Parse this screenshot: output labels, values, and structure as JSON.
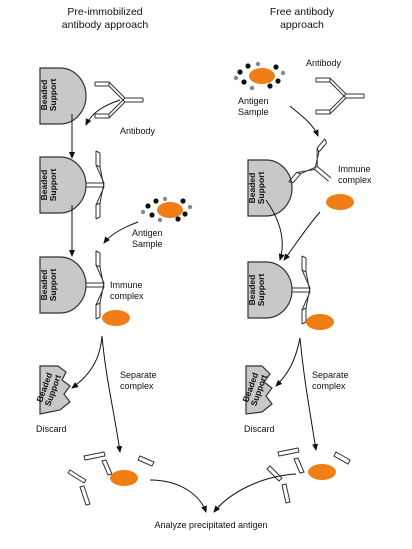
{
  "headings": {
    "left_line1": "Pre-immobilized",
    "left_line2": "antibody approach",
    "right_line1": "Free antibody",
    "right_line2": "approach"
  },
  "labels": {
    "antibody": "Antibody",
    "antigen_line1": "Antigen",
    "antigen_line2": "Sample",
    "immune_line1": "Immune",
    "immune_line2": "complex",
    "separate_line1": "Separate",
    "separate_line2": "complex",
    "discard": "Discard",
    "analyze": "Analyze precipitated antigen",
    "support_line1": "Beaded",
    "support_line2": "Support"
  },
  "colors": {
    "antigen": "#f07d15",
    "support_fill": "#c8c8c8",
    "stroke": "#333333"
  }
}
